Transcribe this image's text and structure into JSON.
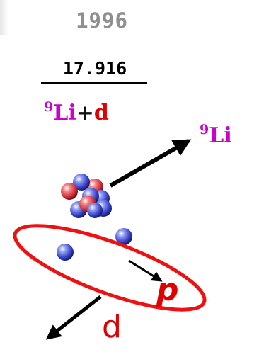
{
  "year": "1996",
  "energy": "17.916",
  "reaction": {
    "nucleus_mass": "9",
    "nucleus_symbol": "Li",
    "plus": "+",
    "projectile": "d"
  },
  "outgoing_nucleus": {
    "mass": "9",
    "symbol": "Li"
  },
  "proton_label": "p",
  "deuteron_label": "d",
  "colors": {
    "year_gray": "#8f8f8f",
    "magenta": "#cc00cc",
    "red": "#e00000",
    "proton_ball": "#d8303a",
    "neutron_ball": "#3a44c8",
    "arrow": "#000000"
  }
}
